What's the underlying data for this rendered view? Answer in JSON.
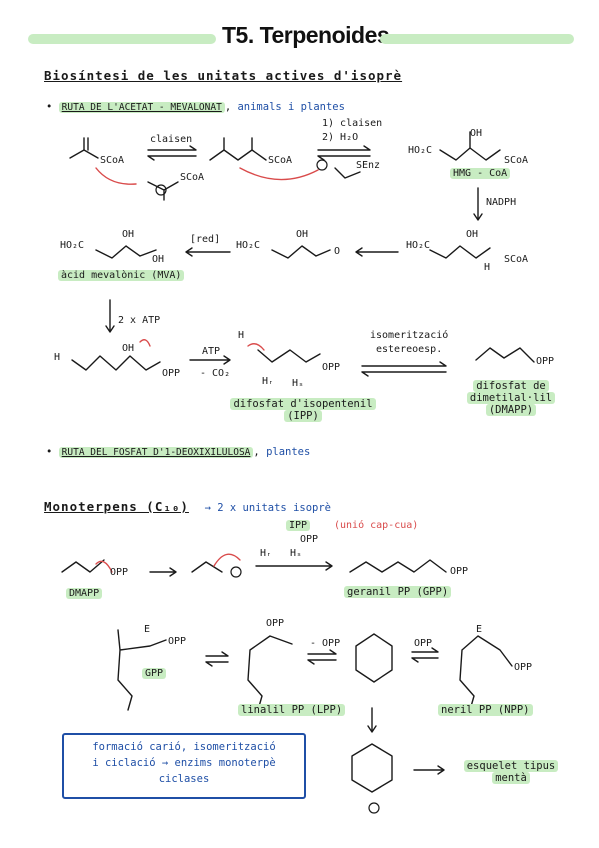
{
  "title": "T5. Terpenoides",
  "section1": {
    "heading": "Biosíntesi de les unitats actives d'isoprè",
    "route1": {
      "name": "RUTA DE L'ACETAT - MEVALONAT",
      "scope": "animals i plantes"
    },
    "claisen": "claisen",
    "step_reagents": [
      "1) claisen",
      "2) H₂O"
    ],
    "hmg": "HMG - CoA",
    "nadph": "NADPH",
    "red": "[red]",
    "mva": "àcid mevalònic (MVA)",
    "atp2": "2 x ATP",
    "atp": "ATP",
    "co2": "- CO₂",
    "isomer": [
      "isomerització",
      "estereoesp."
    ],
    "ipp": [
      "difosfat d'isopentenil",
      "(IPP)"
    ],
    "dmapp": [
      "difosfat de",
      "dimetilal·lil",
      "(DMAPP)"
    ],
    "route2": {
      "name": "RUTA DEL FOSFAT D'1-DEOXIXILULOSA",
      "scope": "plantes"
    }
  },
  "section2": {
    "heading": "Monoterpens (C₁₀)",
    "arrow_note": "→ 2 x unitats isoprè",
    "ipp_tag": "IPP",
    "union": "(unió cap-cua)",
    "dmapp": "DMAPP",
    "gpp": "geranil PP (GPP)",
    "gpp_short": "GPP",
    "lpp": "linalil PP (LPP)",
    "npp": "neril PP (NPP)",
    "opp_minus": "- OPP",
    "opp": "OPP",
    "box": [
      "formació carió, isomerització",
      "i ciclació → enzims monoterpè",
      "ciclases"
    ],
    "skeleton": [
      "esquelet tipus",
      "mentà"
    ]
  },
  "labels": {
    "sc0a": "SCoA",
    "senz": "SEnz",
    "ho2c": "HO₂C",
    "oh": "OH",
    "opp": "OPP",
    "h": "H",
    "hr": "Hᵣ",
    "hs": "Hₛ",
    "e": "E",
    "o": "O"
  }
}
